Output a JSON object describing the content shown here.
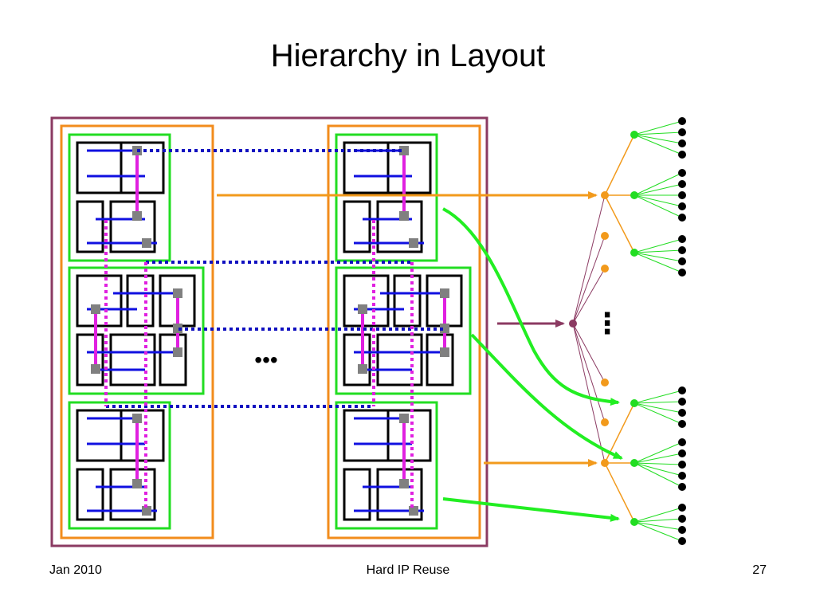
{
  "slide": {
    "title": "Hierarchy in Layout",
    "footer_left": "Jan 2010",
    "footer_center": "Hard IP Reuse",
    "footer_right": "27"
  },
  "diagram": {
    "ellipsis_center": "•••",
    "ellipsis_tree": "⋮",
    "colors": {
      "chip": "#8b3a62",
      "column": "#f28c1c",
      "block": "#22dd22",
      "cell": "#000000",
      "metal_h": "#1010e0",
      "metal_v": "#e020e0",
      "pin": "#808080",
      "route_dotted_blue": "#1010c0",
      "route_dotted_magenta": "#e020e0",
      "arrow_orange": "#f29a1c",
      "arrow_green": "#22ee22",
      "arrow_purple": "#8b3a62",
      "tree_leaf": "#000000"
    }
  }
}
